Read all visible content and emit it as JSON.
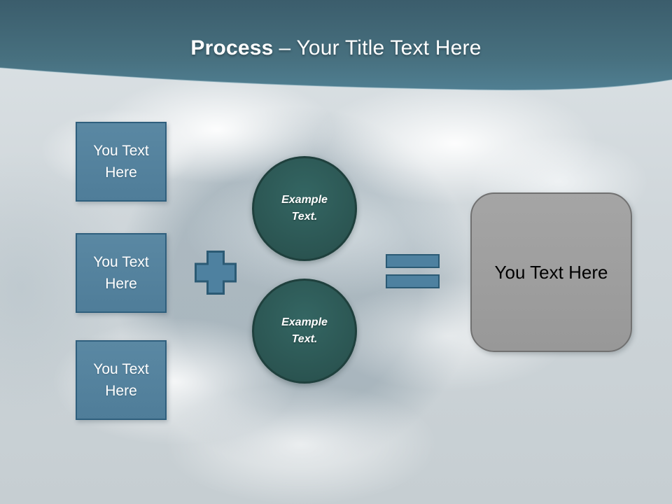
{
  "slide": {
    "header": {
      "title_bold": "Process",
      "title_separator": "–",
      "title_rest": "Your Title Text Here"
    },
    "left_boxes": [
      {
        "label": "You Text Here"
      },
      {
        "label": "You Text Here"
      },
      {
        "label": "You Text Here"
      }
    ],
    "operators": {
      "plus_icon": "plus-icon",
      "equals_icon": "equals-icon"
    },
    "circles": [
      {
        "label": "Example Text."
      },
      {
        "label": "Example Text."
      }
    ],
    "result_box": {
      "label": "You Text Here"
    },
    "colors": {
      "accent_blue": "#4e81a0",
      "accent_blue_border": "#2b5a74",
      "circle_fill": "#2e5b57",
      "circle_border": "#1f403d",
      "header_gradient_top": "#3b5d6c",
      "header_gradient_bottom": "#507f92",
      "result_fill": "#9d9d9d",
      "result_border": "#717171",
      "slide_background": "#cfd6da",
      "title_color": "#ffffff"
    }
  }
}
